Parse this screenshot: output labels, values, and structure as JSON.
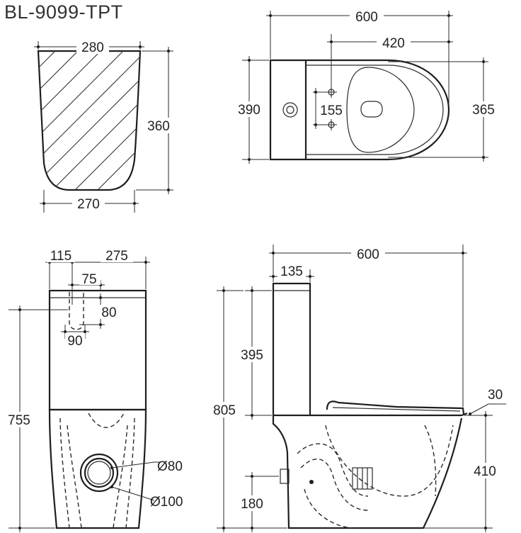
{
  "title": "BL-9099-TPT",
  "tank_section": {
    "top_width": "280",
    "bottom_width": "270",
    "height": "360"
  },
  "top_view": {
    "overall_length": "600",
    "hole_to_front": "420",
    "tank_depth": "390",
    "hole_spacing": "155",
    "bowl_width": "365"
  },
  "front_view": {
    "left_offset": "115",
    "right_width": "275",
    "inlet_offset": "75",
    "inlet_height": "80",
    "inlet_width": "90",
    "overall_height": "755",
    "outlet_inner": "Ø80",
    "outlet_outer": "Ø100"
  },
  "side_view": {
    "overall_length": "600",
    "tank_depth": "135",
    "tank_height": "395",
    "overall_height": "805",
    "seat_thickness": "30",
    "seat_height": "410",
    "outlet_height": "180"
  }
}
